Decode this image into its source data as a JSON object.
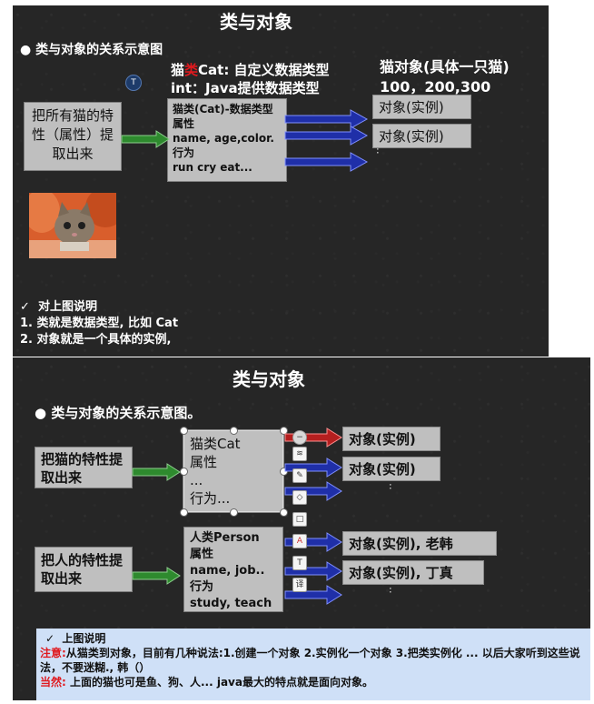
{
  "slide1": {
    "title": "类与对象",
    "bullet": "类与对象的关系示意图",
    "header_prefix": "猫",
    "header_red": "类",
    "header_rest": "Cat: 自定义数据类型",
    "header2": "int：Java提供数据类型",
    "right_title": "猫对象(具体一只猫)",
    "right_values": "100，200,300",
    "left_box": "把所有猫的特性（属性）提取出来",
    "class_box": [
      "猫类(Cat)-数据类型",
      "属性",
      "name, age,color.",
      "行为",
      "run  cry eat..."
    ],
    "objects": [
      "对象(实例)",
      "对象(实例)"
    ],
    "dots": "..",
    "t_badge": "T",
    "notes_title": "对上图说明",
    "notes": [
      "1. 类就是数据类型, 比如 Cat",
      "2. 对象就是一个具体的实例,"
    ],
    "check": "✓"
  },
  "slide2": {
    "title": "类与对象",
    "bullet": "类与对象的关系示意图。",
    "cat_box": "把猫的特性提取出来",
    "cat_class": [
      "猫类Cat",
      "属性",
      "...",
      "行为..."
    ],
    "cat_objects": [
      "对象(实例)",
      "对象(实例)"
    ],
    "person_box": "把人的特性提取出来",
    "person_class": [
      "人类Person",
      "属性",
      "name, job..",
      "行为",
      "study, teach"
    ],
    "person_objects": [
      "对象(实例), 老韩",
      "对象(实例), 丁真"
    ],
    "dots": "..",
    "toolbar_icons": [
      "minus-icon",
      "layers-icon",
      "pen-icon",
      "fill-icon",
      "frame-icon",
      "text-style-icon",
      "text-box-icon",
      "translate-icon"
    ],
    "notes_title": "上图说明",
    "note1_label": "注意:",
    "note1_text": "从猫类到对象，目前有几种说法:1.创建一个对象 2.实例化一个对象 3.把类实例化 ... 以后大家听到这些说法，不要迷糊., 韩（）",
    "note2_label": "当然:",
    "note2_text": " 上面的猫也可是鱼、狗、人... java最大的特点就是面向对象。",
    "check": "✓"
  },
  "colors": {
    "red": "#e0191e",
    "blue_arrow": "#1f2fa8",
    "green_arrow": "#2e8a2e",
    "note_bg": "#cfe0f7"
  }
}
